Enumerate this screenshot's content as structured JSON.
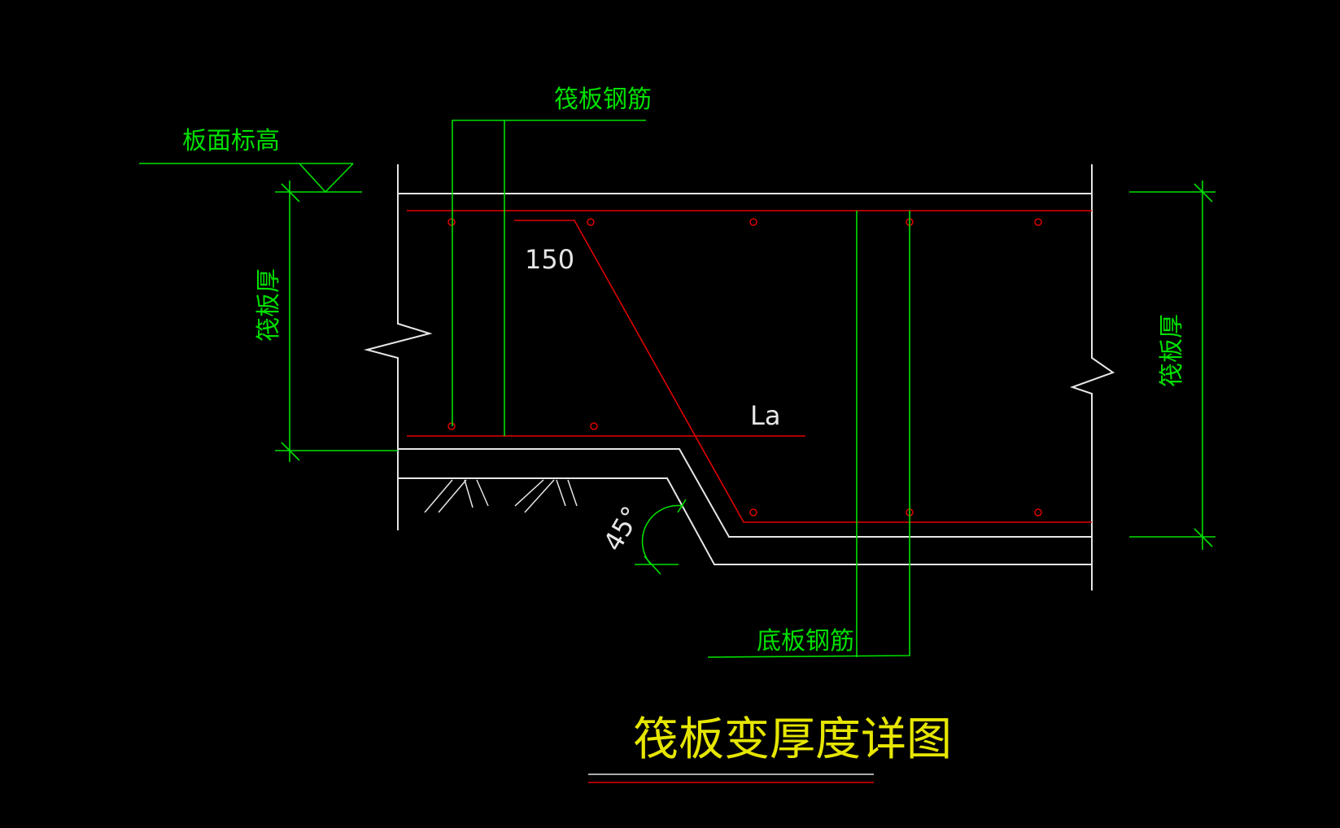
{
  "labels": {
    "raft_rebar": "筏板钢筋",
    "slab_top_elevation": "板面标高",
    "raft_thickness_left": "筏板厚",
    "raft_thickness_right": "筏板厚",
    "dim_150": "150",
    "anchorage": "La",
    "angle": "45°",
    "bottom_rebar": "底板钢筋",
    "title": "筏板变厚度详图"
  },
  "colors": {
    "background": "#000000",
    "concrete_outline": "#e6e6e6",
    "rebar": "#e00000",
    "dimension": "#00e000",
    "title": "#e6e600"
  }
}
